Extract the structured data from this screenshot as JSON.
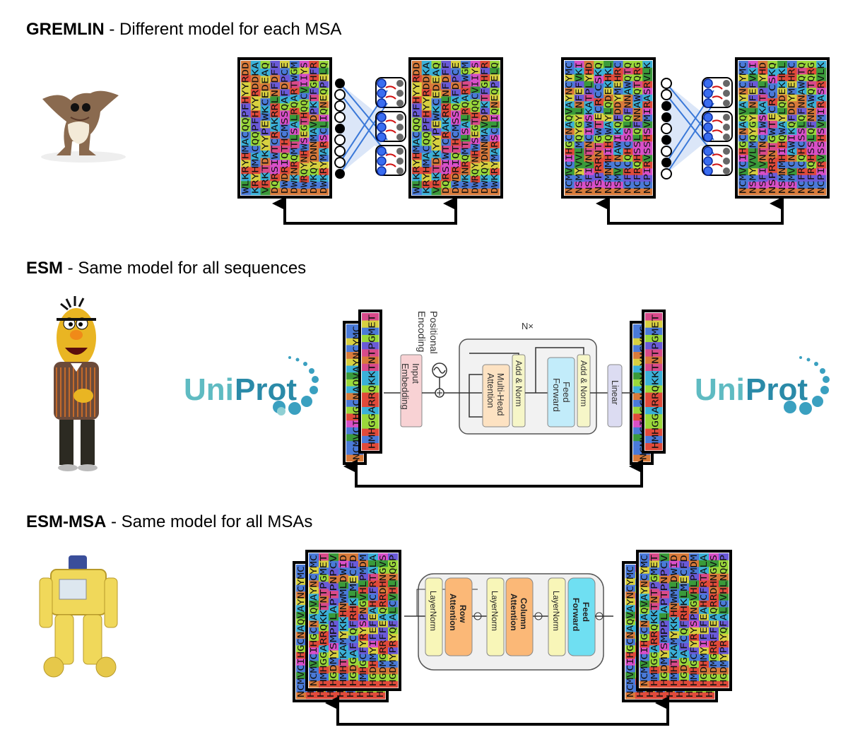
{
  "sections": [
    {
      "id": "gremlin",
      "bold": "GREMLIN",
      "rest": " - Different model for each MSA",
      "character": "gremlin"
    },
    {
      "id": "esm",
      "bold": "ESM",
      "rest": " - Same model for all sequences",
      "character": "bert"
    },
    {
      "id": "esm-msa",
      "bold": "ESM-MSA",
      "rest": " - Same model for all MSAs",
      "character": "robot"
    }
  ],
  "uniprot": {
    "uni": "Uni",
    "prot": "Prot"
  },
  "transformer": {
    "nx": "N×",
    "positional": "Positional",
    "encoding": "Encoding",
    "input": "Input",
    "embedding": "Embedding",
    "multi_head": "Multi-Head",
    "attention": "Attention",
    "add_norm": "Add & Norm",
    "feed": "Feed",
    "forward": "Forward",
    "linear": "Linear"
  },
  "msa_transformer": {
    "layernorm": "LayerNorm",
    "row": "Row",
    "column": "Column",
    "attention": "Attention",
    "feed": "Feed",
    "forward": "Forward"
  },
  "msa_a": [
    "WLKRYHMACQQPFHYYRDD",
    "KRYHMACQQPFHYYRDDKA",
    "VRKTDKYYPEWKCEDEAQ",
    "DQRSIWTCRAKRRLNFDFF",
    "DWDRIQTHCMSSQAFDPCE",
    "DWKNRQMTLSALRQARTWGM",
    "DWRQYNHWSEGTHQQCVIIYS",
    "DWKQYDNNMAVDPKTFGHFR",
    "DWKRYMARSCLIQNEQPELQ"
  ],
  "msa_b": [
    "NCMVCIHGCNAQVAYNCYMC",
    "NSMYVVLMQYGYLNFEFVKI",
    "NSFIVNTNCIWSKATPLYHD",
    "NSPRRNTGWTECRCCSKQ",
    "NSMNMHIHQWAYLQDEKHKL",
    "NSMVCNAWIKQFDDYMEHRC",
    "NCFRCQHCSSLQFNNAWQTQ",
    "NCFRQHSSLQFNNAWQTQRG",
    "NCPIRVSSHSVMIRASRVLK"
  ],
  "esm_seq_a": "NCMVCIHGCNAQVAYNCYMC",
  "esm_seq_b": "HMHGGARRQKKTNTPGMET",
  "msa_c": [
    "NCMVCIHGCNAQVAYNCYMC",
    "HMHGGARRQKKTNTPGMET",
    "HGDMYSMPPLAPTPNPCV",
    "HMHTKAMYKKHNWMLDWID",
    "HGDGAFCQFRHKLMECFD",
    "HMHGCFYRYSPNGVHLPMDM",
    "HGDHMYIFEFEAHCFRTALA",
    "HGDMGRRFFEAQRRDHNGVS",
    "HGDMYPRYQFALCVHLNQGP"
  ]
}
